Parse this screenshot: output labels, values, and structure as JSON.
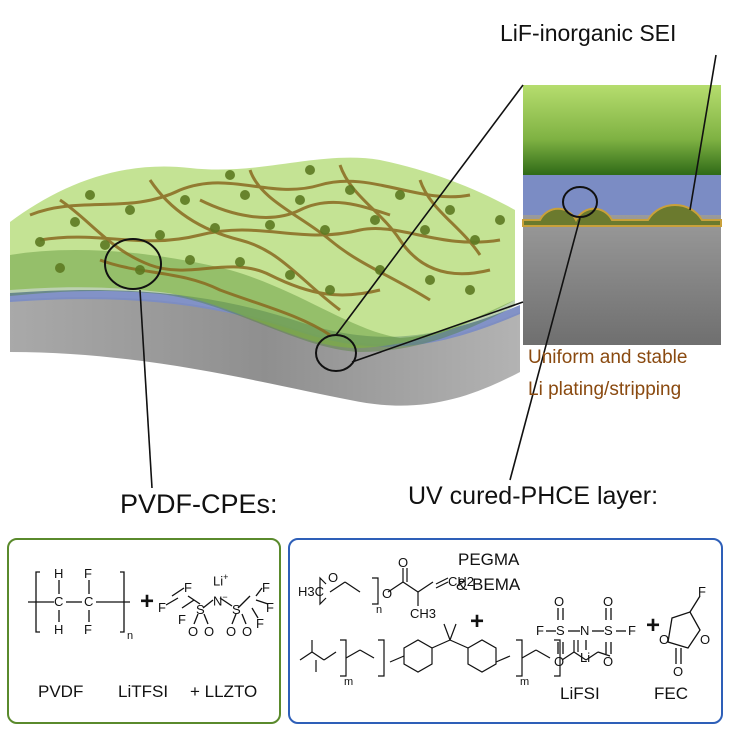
{
  "labels": {
    "sei": "LiF-inorganic SEI",
    "caption_line1": "Uniform and stable",
    "caption_line2": "Li plating/stripping",
    "pvdf_cpes": "PVDF-CPEs:",
    "uv_layer": "UV cured-PHCE layer:"
  },
  "left_box": {
    "names": {
      "pvdf": "PVDF",
      "litfsi": "LiTFSI",
      "llzto": "+ LLZTO"
    },
    "atoms": {
      "h": "H",
      "f": "F",
      "c": "C",
      "n": "N",
      "s": "S",
      "o": "O",
      "li_plus": "Li",
      "plus_sup": "+",
      "minus_sup": "−",
      "sub_n": "n"
    },
    "plus": "+"
  },
  "right_box": {
    "names": {
      "pegma": "PEGMA",
      "bema": "& BEMA",
      "lifsi": "LiFSI",
      "fec": "FEC"
    },
    "atoms": {
      "h3c": "H3C",
      "ch3": "CH3",
      "ch2": "CH2",
      "o": "O",
      "s": "S",
      "n": "N",
      "f": "F",
      "li": "Li",
      "sub_n": "n",
      "sub_m": "m"
    },
    "plus1": "+",
    "plus2": "+"
  },
  "colors": {
    "green_layer": "#9fcf5a",
    "dark_green": "#3f7a1c",
    "blue_layer": "#7f8fbf",
    "gray_base": "#8c8c8c",
    "fiber": "#8a6a20",
    "caption": "#8a4a10",
    "box_left": "#5a8a2c",
    "box_right": "#2e5fb8"
  }
}
